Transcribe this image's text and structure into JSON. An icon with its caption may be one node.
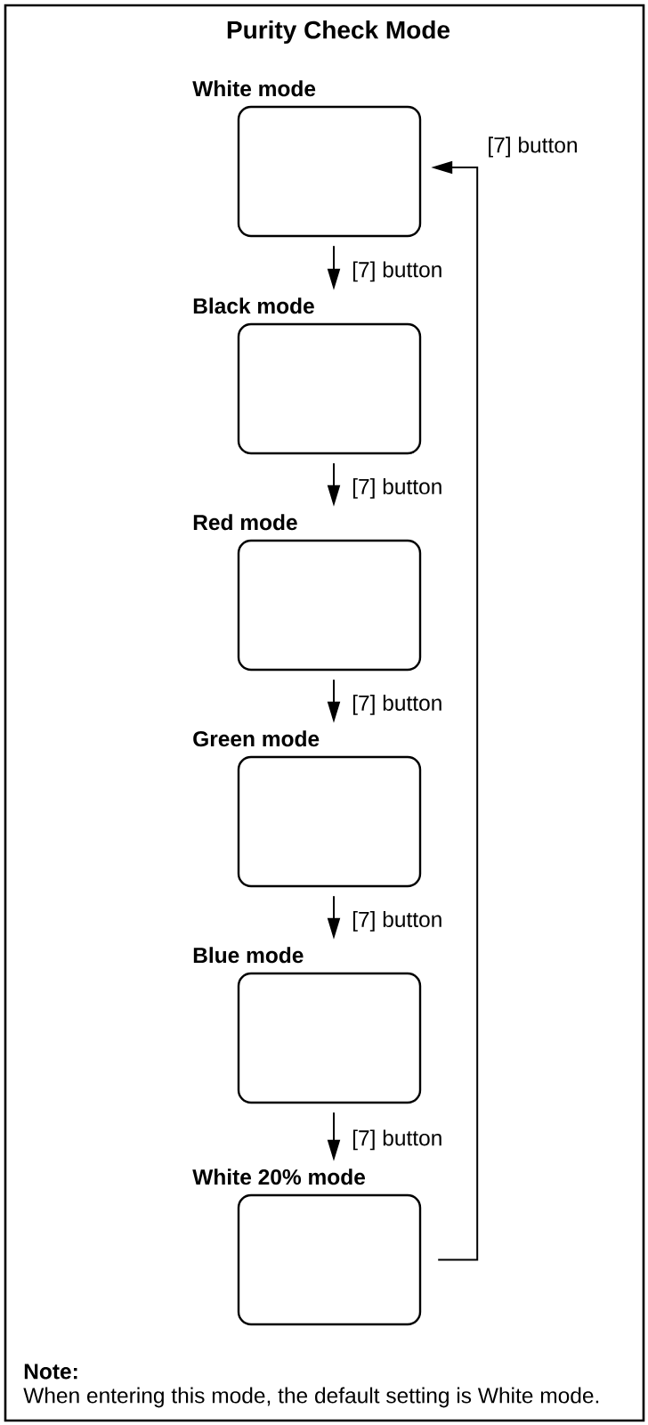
{
  "diagram": {
    "title": "Purity Check Mode",
    "nodes": [
      {
        "text": [
          "White mode"
        ]
      },
      {
        "text": [
          "Black mode"
        ]
      },
      {
        "text": [
          "Red mode"
        ]
      },
      {
        "text": [
          "Green mode"
        ]
      },
      {
        "text": [
          "Blue mode"
        ]
      },
      {
        "text": [
          "White 20% mode"
        ]
      }
    ],
    "edges": [
      {
        "from": 0,
        "to": 1,
        "arrow": "to",
        "label": "[7] button"
      },
      {
        "from": 1,
        "to": 2,
        "arrow": "to",
        "label": "[7] button"
      },
      {
        "from": 2,
        "to": 3,
        "arrow": "to",
        "label": "[7] button"
      },
      {
        "from": 3,
        "to": 4,
        "arrow": "to",
        "label": "[7] button"
      },
      {
        "from": 4,
        "to": 5,
        "arrow": "to",
        "label": "[7] button"
      },
      {
        "from": 5,
        "to": 0,
        "arrow": "to",
        "label": "[7] button"
      }
    ],
    "labels": [
      "Note:",
      "When entering this mode, the default setting is White mode."
    ]
  }
}
